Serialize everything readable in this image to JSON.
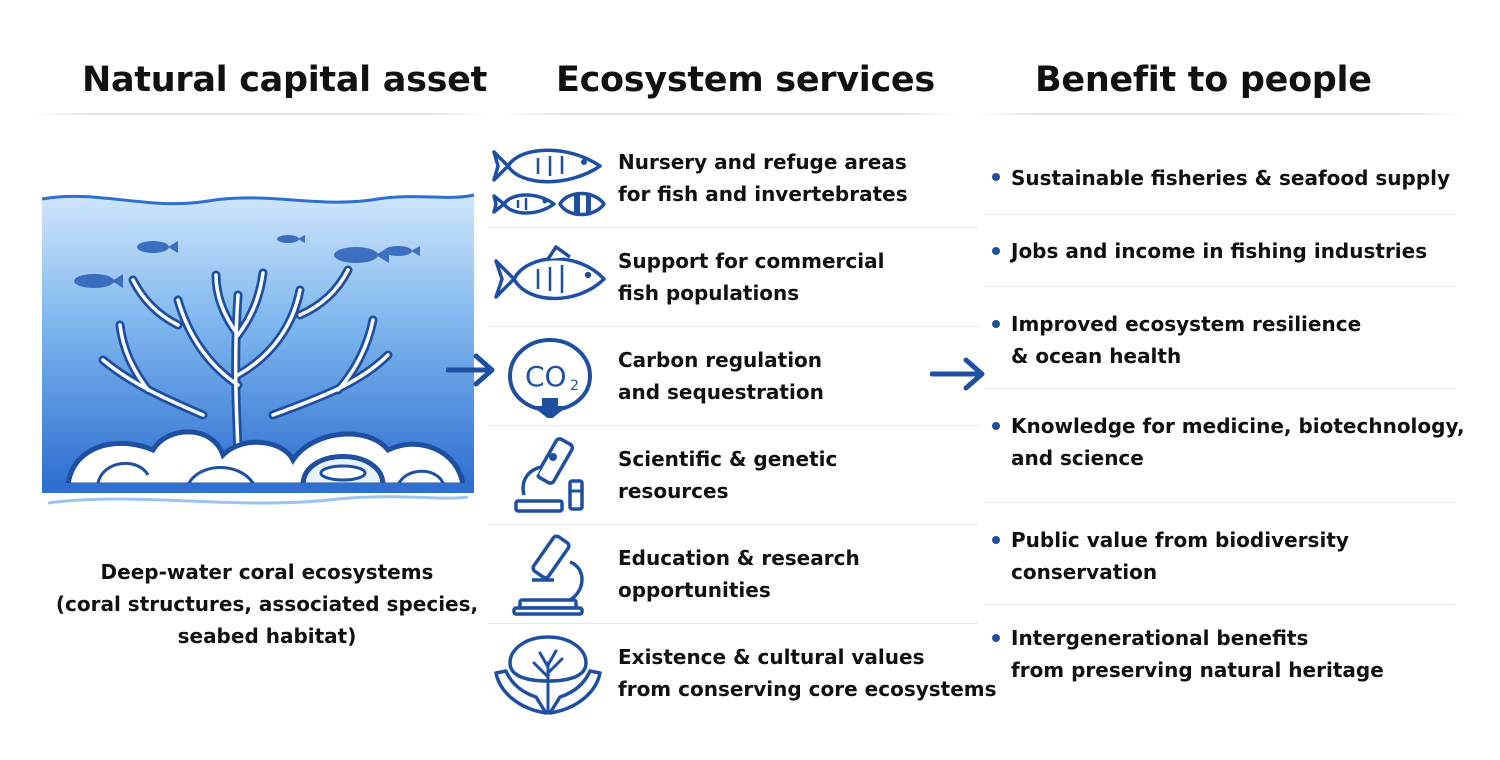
{
  "columns": {
    "asset_title": "Natural capital asset",
    "services_title": "Ecosystem services",
    "benefits_title": "Benefit to people"
  },
  "asset": {
    "illustration": "coral-reef-illustration",
    "caption_lines": [
      "Deep-water coral ecosystems",
      "(coral structures, associated species,",
      "seabed habitat)"
    ]
  },
  "services": [
    {
      "icon": "fish-group-icon",
      "lines": [
        "Nursery and refuge areas",
        "for fish and invertebrates"
      ]
    },
    {
      "icon": "fish-icon",
      "lines": [
        "Support for commercial",
        "fish populations"
      ]
    },
    {
      "icon": "co2-icon",
      "co2_label": "CO",
      "co2_sub": "2",
      "lines": [
        "Carbon regulation",
        "and sequestration"
      ]
    },
    {
      "icon": "microscope-icon",
      "lines": [
        "Scientific & genetic",
        "resources"
      ]
    },
    {
      "icon": "microscope-icon",
      "lines": [
        "Education & research",
        "opportunities"
      ]
    },
    {
      "icon": "tree-in-hands-icon",
      "lines": [
        "Existence & cultural values",
        "from conserving core ecosystems"
      ]
    }
  ],
  "benefits": [
    {
      "lines": [
        "Sustainable fisheries & seafood supply"
      ]
    },
    {
      "lines": [
        "Jobs and income in fishing industries"
      ]
    },
    {
      "lines": [
        "Improved ecosystem resilience",
        "& ocean health"
      ]
    },
    {
      "lines": [
        "Knowledge for medicine, biotechnology,",
        "and science"
      ]
    },
    {
      "lines": [
        "Public value from biodiversity",
        "conservation"
      ]
    },
    {
      "lines": [
        "Intergenerational benefits",
        "from preserving natural heritage"
      ]
    }
  ],
  "colors": {
    "primary_blue": "#1f4fa0",
    "water_light": "#bcdcf7",
    "water_dark": "#2f6fd0",
    "text": "#111111"
  }
}
